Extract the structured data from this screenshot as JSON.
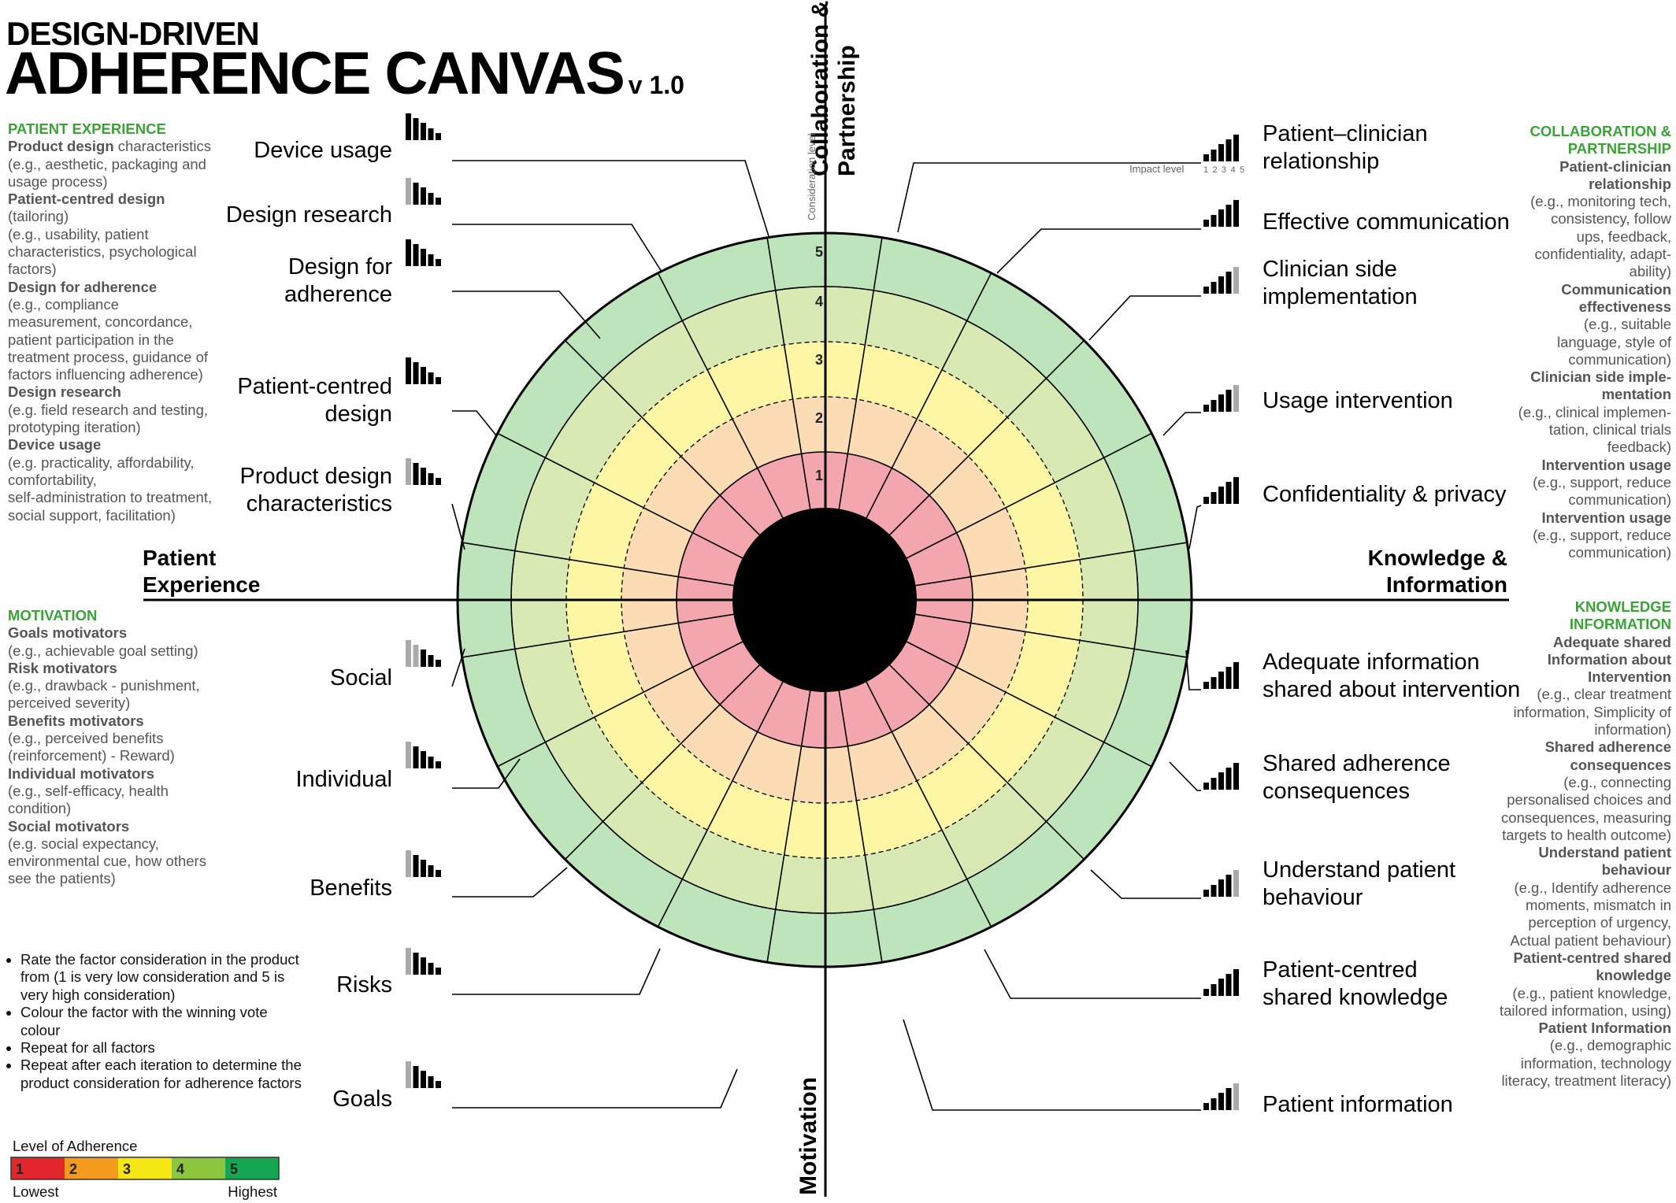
{
  "title": {
    "line1": "DESIGN-DRIVEN",
    "line2": "ADHERENCE CANVAS",
    "version": "v 1.0"
  },
  "axis_labels": {
    "top": "Collaboration & Partnership",
    "bottom": "Motivation",
    "left": "Patient Experience",
    "right": "Knowledge & Information"
  },
  "small_labels": {
    "consideration": "Consideration level",
    "impact": "Impact level",
    "impact_scale": [
      "1",
      "2",
      "3",
      "4",
      "5"
    ]
  },
  "ring_numbers": [
    "1",
    "2",
    "3",
    "4",
    "5"
  ],
  "ring_colors": [
    "#f4a6ae",
    "#fbdcb5",
    "#fdf6a4",
    "#d8e9b3",
    "#bde4bb"
  ],
  "factors_left_top": [
    {
      "label": [
        "Device usage"
      ],
      "gray_bars": 0
    },
    {
      "label": [
        "Design research"
      ],
      "gray_bars": 1
    },
    {
      "label": [
        "Design for",
        "adherence"
      ],
      "gray_bars": 0
    },
    {
      "label": [
        "Patient-centred",
        "design"
      ],
      "gray_bars": 0
    },
    {
      "label": [
        "Product design",
        "characteristics"
      ],
      "gray_bars": 1
    }
  ],
  "factors_left_bottom": [
    {
      "label": [
        "Social"
      ],
      "gray_bars": 2
    },
    {
      "label": [
        "Individual"
      ],
      "gray_bars": 1
    },
    {
      "label": [
        "Benefits"
      ],
      "gray_bars": 1
    },
    {
      "label": [
        "Risks"
      ],
      "gray_bars": 1
    },
    {
      "label": [
        "Goals"
      ],
      "gray_bars": 1
    }
  ],
  "factors_right_top": [
    {
      "label": [
        "Patient–clinician",
        "relationship"
      ],
      "gray_bars": 0
    },
    {
      "label": [
        "Effective communication"
      ],
      "gray_bars": 0
    },
    {
      "label": [
        "Clinician side",
        "implementation"
      ],
      "gray_bars": 1
    },
    {
      "label": [
        "Usage intervention"
      ],
      "gray_bars": 1
    },
    {
      "label": [
        "Confidentiality & privacy"
      ],
      "gray_bars": 0
    }
  ],
  "factors_right_bottom": [
    {
      "label": [
        "Adequate information",
        "shared about intervention"
      ],
      "gray_bars": 0
    },
    {
      "label": [
        "Shared adherence",
        "consequences"
      ],
      "gray_bars": 0
    },
    {
      "label": [
        "Understand patient",
        "behaviour"
      ],
      "gray_bars": 1
    },
    {
      "label": [
        "Patient-centred",
        "shared knowledge"
      ],
      "gray_bars": 0
    },
    {
      "label": [
        "Patient information"
      ],
      "gray_bars": 1
    }
  ],
  "patient_experience": {
    "heading": "PATIENT EXPERIENCE",
    "lines": [
      {
        "b": "Product design",
        "t": " characteristics"
      },
      {
        "t": "(e.g., aesthetic, packaging and"
      },
      {
        "t": "usage process)"
      },
      {
        "b": "Patient-centred design"
      },
      {
        "t": "(tailoring)"
      },
      {
        "t": "(e.g., usability, patient"
      },
      {
        "t": "characteristics, psychological"
      },
      {
        "t": "factors)"
      },
      {
        "b": "Design for adherence"
      },
      {
        "t": "(e.g., compliance"
      },
      {
        "t": "measurement, concordance,"
      },
      {
        "t": "patient participation in the"
      },
      {
        "t": "treatment process, guidance of"
      },
      {
        "t": "factors influencing adherence)"
      },
      {
        "b": "Design research"
      },
      {
        "t": "(e.g. field research and testing,"
      },
      {
        "t": "prototyping iteration)"
      },
      {
        "b": "Device usage"
      },
      {
        "t": "(e.g. practicality, affordability,"
      },
      {
        "t": "comfortability,"
      },
      {
        "t": "self-administration to treatment,"
      },
      {
        "t": "social support, facilitation)"
      }
    ]
  },
  "motivation": {
    "heading": "MOTIVATION",
    "lines": [
      {
        "b": "Goals motivators"
      },
      {
        "t": "(e.g., achievable goal setting)"
      },
      {
        "b": "Risk motivators"
      },
      {
        "t": "(e.g., drawback - punishment,"
      },
      {
        "t": "perceived severity)"
      },
      {
        "b": "Benefits motivators"
      },
      {
        "t": "(e.g., perceived benefits"
      },
      {
        "t": "(reinforcement) - Reward)"
      },
      {
        "b": "Individual motivators"
      },
      {
        "t": "(e.g., self-efficacy, health"
      },
      {
        "t": "condition)"
      },
      {
        "b": "Social motivators"
      },
      {
        "t": "(e.g. social expectancy,"
      },
      {
        "t": "environmental cue, how others"
      },
      {
        "t": "see the patients)"
      }
    ]
  },
  "collaboration": {
    "heading_lines": [
      "COLLABORATION &",
      "PARTNERSHIP"
    ],
    "lines": [
      {
        "b": "Patient-clinician"
      },
      {
        "b": "relationship"
      },
      {
        "t": "(e.g., monitoring tech,"
      },
      {
        "t": "consistency, follow"
      },
      {
        "t": "ups, feedback,"
      },
      {
        "t": "confidentiality, adapt-"
      },
      {
        "t": "ability)"
      },
      {
        "b": "Communication"
      },
      {
        "b": "effectiveness"
      },
      {
        "t": "(e.g., suitable"
      },
      {
        "t": "language, style of"
      },
      {
        "t": "communication)"
      },
      {
        "b": "Clinician side imple-"
      },
      {
        "b": "mentation"
      },
      {
        "t": "(e.g., clinical implemen-"
      },
      {
        "t": "tation, clinical trials"
      },
      {
        "t": "feedback)"
      },
      {
        "b": "Intervention usage"
      },
      {
        "t": "(e.g., support, reduce"
      },
      {
        "t": "communication)"
      },
      {
        "b": "Intervention usage"
      },
      {
        "t": "(e.g., support, reduce"
      },
      {
        "t": "communication)"
      }
    ]
  },
  "knowledge": {
    "heading_lines": [
      "KNOWLEDGE",
      "INFORMATION"
    ],
    "lines": [
      {
        "b": "Adequate shared"
      },
      {
        "b": "Information about"
      },
      {
        "b": "Intervention"
      },
      {
        "t": "(e.g., clear treatment"
      },
      {
        "t": "information, Simplicity of"
      },
      {
        "t": "information)"
      },
      {
        "b": "Shared adherence"
      },
      {
        "b": "consequences"
      },
      {
        "t": "(e.g., connecting"
      },
      {
        "t": "personalised choices and"
      },
      {
        "t": "consequences, measuring"
      },
      {
        "t": "targets to health outcome)"
      },
      {
        "b": "Understand patient"
      },
      {
        "b": "behaviour"
      },
      {
        "t": "(e.g., Identify adherence"
      },
      {
        "t": "moments, mismatch in"
      },
      {
        "t": "perception of urgency,"
      },
      {
        "t": "Actual patient behaviour)"
      },
      {
        "b": "Patient-centred shared"
      },
      {
        "b": "knowledge"
      },
      {
        "t": "(e.g., patient knowledge,"
      },
      {
        "t": "tailored information, using)"
      },
      {
        "b": "Patient Information"
      },
      {
        "t": "(e.g., demographic"
      },
      {
        "t": "information, technology"
      },
      {
        "t": "literacy, treatment literacy)"
      }
    ]
  },
  "instructions": [
    "Rate the factor consideration in the product from (1 is very low consideration and 5 is very high consideration)",
    "Colour the factor with the winning vote colour",
    "Repeat for all factors",
    "Repeat after each iteration to determine the product consideration for adherence factors"
  ],
  "legend": {
    "title": "Level of Adherence",
    "levels": [
      "1",
      "2",
      "3",
      "4",
      "5"
    ],
    "colors": [
      "#e2262b",
      "#f39a1f",
      "#f6e614",
      "#8cc63e",
      "#14a651"
    ],
    "low_label": "Lowest",
    "high_label": "Highest"
  }
}
